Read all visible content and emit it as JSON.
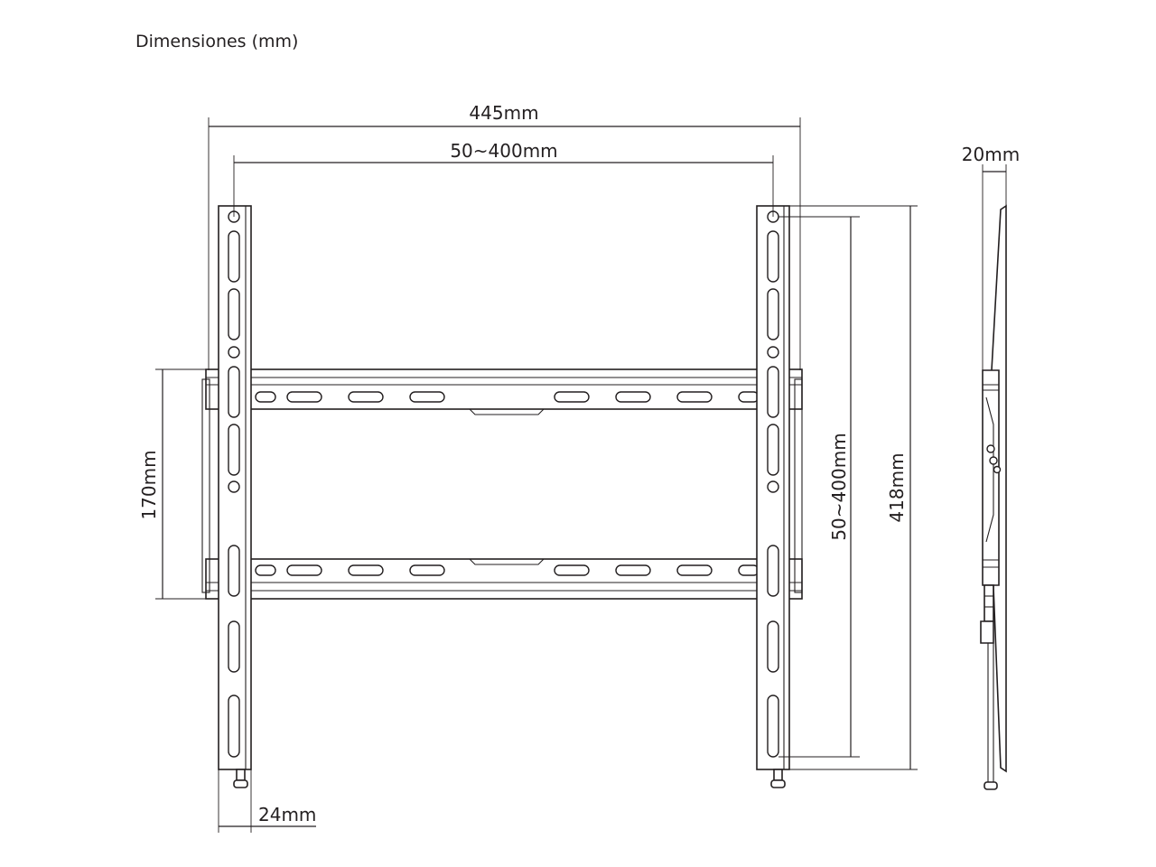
{
  "heading": "Dimensiones (mm)",
  "dimensions": {
    "overall_width": "445mm",
    "hole_spacing_horizontal": "50~400mm",
    "depth": "20mm",
    "rail_height": "170mm",
    "hole_spacing_vertical": "50~400mm",
    "overall_height": "418mm",
    "arm_width": "24mm"
  }
}
